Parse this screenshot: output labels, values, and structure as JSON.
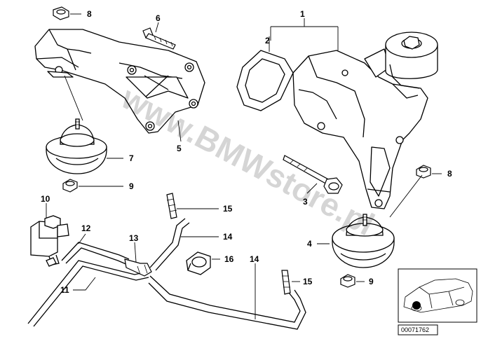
{
  "watermark": "www.BMWstore.pl",
  "reference_code": "00071762",
  "callouts": {
    "c1": "1",
    "c2": "2",
    "c3": "3",
    "c4": "4",
    "c5": "5",
    "c6": "6",
    "c7": "7",
    "c8a": "8",
    "c8b": "8",
    "c9a": "9",
    "c9b": "9",
    "c10": "10",
    "c11": "11",
    "c12": "12",
    "c13": "13",
    "c14a": "14",
    "c14b": "14",
    "c15a": "15",
    "c15b": "15",
    "c16": "16"
  }
}
